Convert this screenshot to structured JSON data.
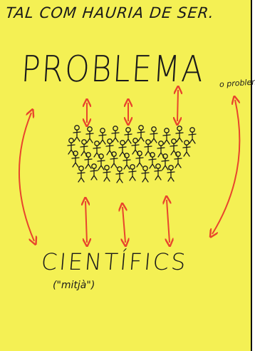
{
  "drawing": {
    "heading": "TAL COM HAURIA DE SER.",
    "top_label": "PROBLEMA",
    "top_note": "o problem",
    "bottom_label": "CIENTÍFICS",
    "bottom_note": "(\"mitjà\")",
    "crowd": {
      "icon": "stick-figure-icon",
      "rows": 4
    },
    "colors": {
      "paper": "#f4f054",
      "ink": "#1a1a1a",
      "arrows": "#e8452c"
    }
  }
}
